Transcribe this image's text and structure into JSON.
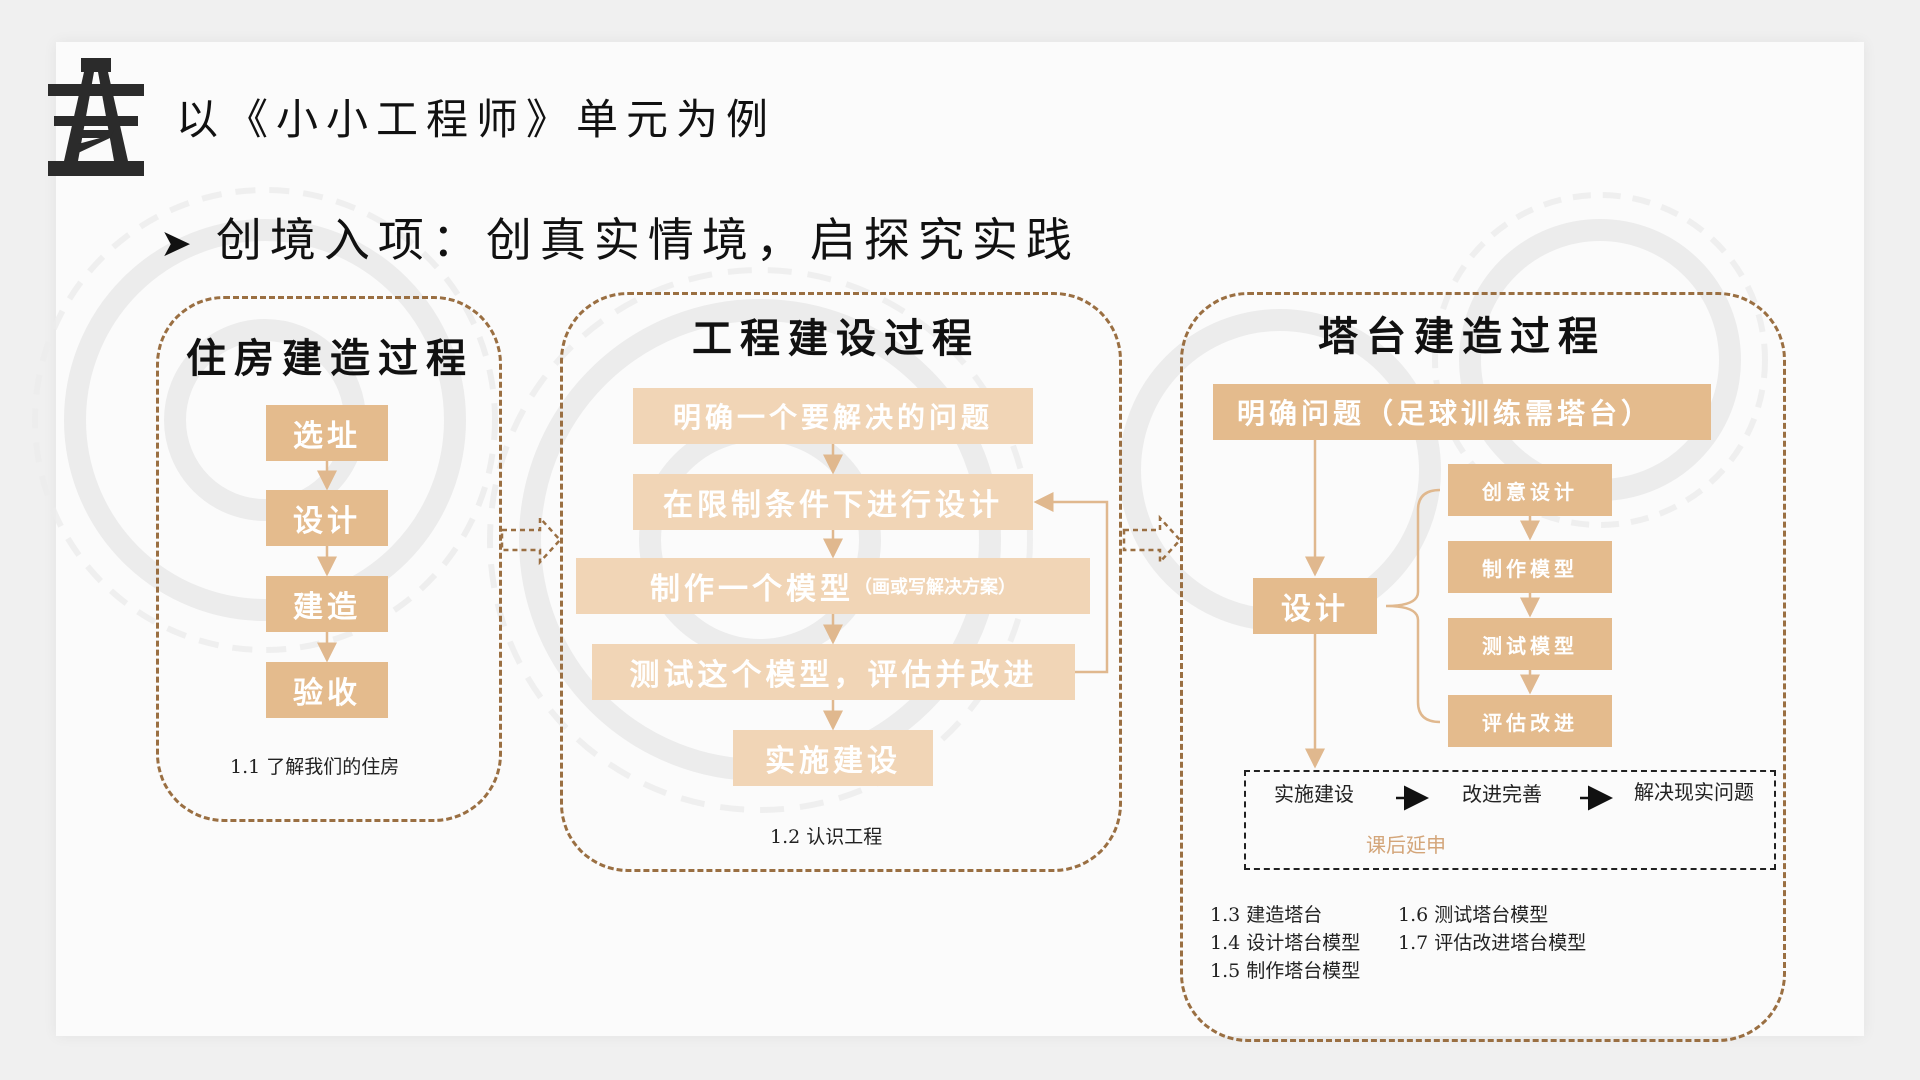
{
  "header": {
    "title": "以《小小工程师》单元为例",
    "subtitle": "创境入项：创真实情境，启探究实践"
  },
  "panel_housing": {
    "title": "住房建造过程",
    "steps": [
      "选址",
      "设计",
      "建造",
      "验收"
    ],
    "caption": "1.1 了解我们的住房"
  },
  "panel_engineering": {
    "title": "工程建设过程",
    "steps": [
      "明确一个要解决的问题",
      "在限制条件下进行设计",
      "制作一个模型",
      "测试这个模型，评估并改进",
      "实施建设"
    ],
    "step3_note": "（画或写解决方案）",
    "caption": "1.2 认识工程"
  },
  "panel_tower": {
    "title": "塔台建造过程",
    "problem": "明确问题（足球训练需塔台）",
    "design": "设计",
    "sub_steps": [
      "创意设计",
      "制作模型",
      "测试模型",
      "评估改进"
    ],
    "extension": {
      "items": [
        "实施建设",
        "改进完善",
        "解决现实问题"
      ],
      "tag": "课后延申"
    },
    "lessons": [
      "1.3 建造塔台",
      "1.6 测试塔台模型",
      "1.4 设计塔台模型",
      "1.7 评估改进塔台模型",
      "1.5 制作塔台模型"
    ]
  },
  "colors": {
    "box_fill": "#e4bb8d",
    "box_fill_light": "#f1d5b6",
    "dashed_border": "#9a6f42",
    "connector": "#e0b88e",
    "extension_tag": "#d3a579"
  },
  "icons": {
    "logo": "power-tower-icon",
    "bullet": "triangle-arrow-icon"
  }
}
